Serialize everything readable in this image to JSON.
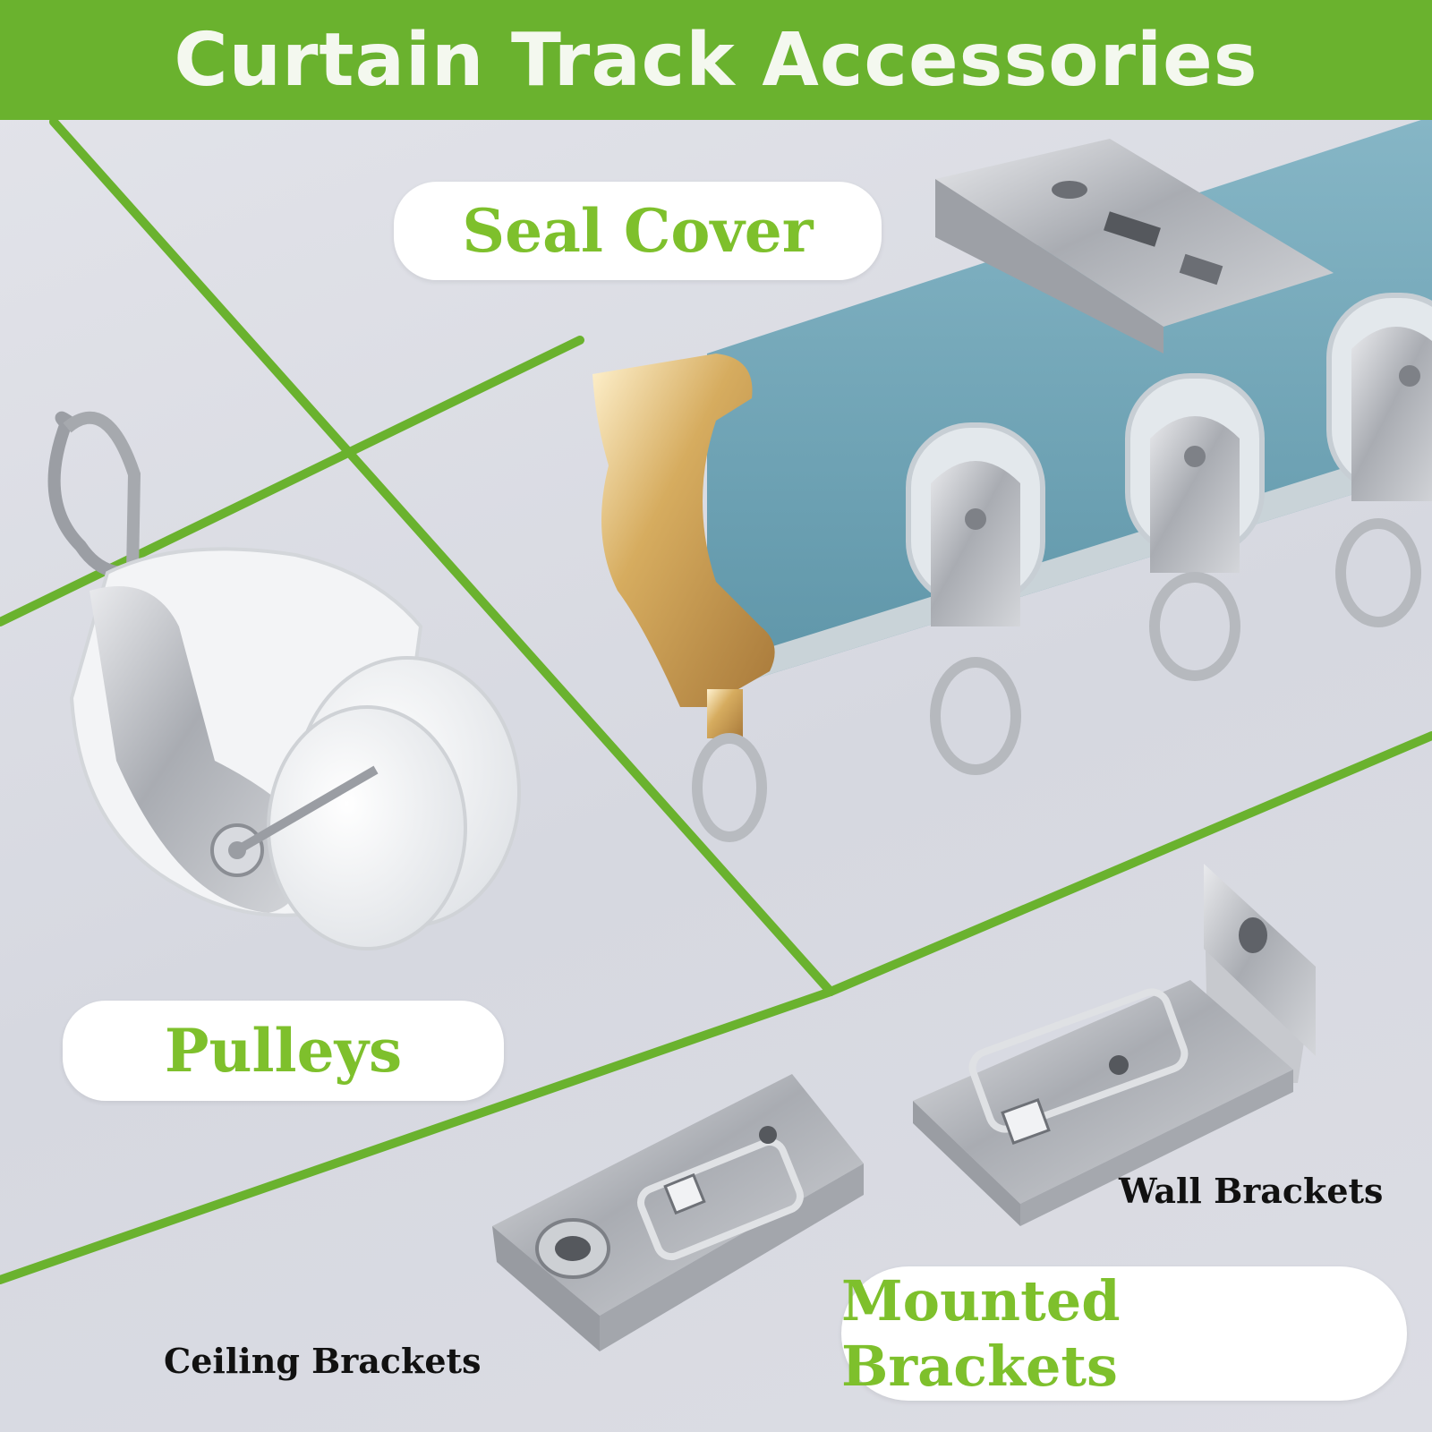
{
  "banner": {
    "title": "Curtain Track Accessories"
  },
  "labels": {
    "seal_cover": "Seal Cover",
    "pulleys": "Pulleys",
    "wall_brackets": "Wall Brackets",
    "mounted_brackets": "Mounted Brackets",
    "ceiling_brackets": "Ceiling Brackets"
  },
  "colors": {
    "accent_green": "#6ab22e",
    "label_green": "#7ec02c",
    "track_teal": "#6fa6b8",
    "steel": "#b9bcc2",
    "gold": "#d9b46a"
  },
  "icons": [
    "pulley-icon",
    "seal-cover-icon",
    "wall-bracket-icon",
    "ceiling-bracket-icon"
  ]
}
